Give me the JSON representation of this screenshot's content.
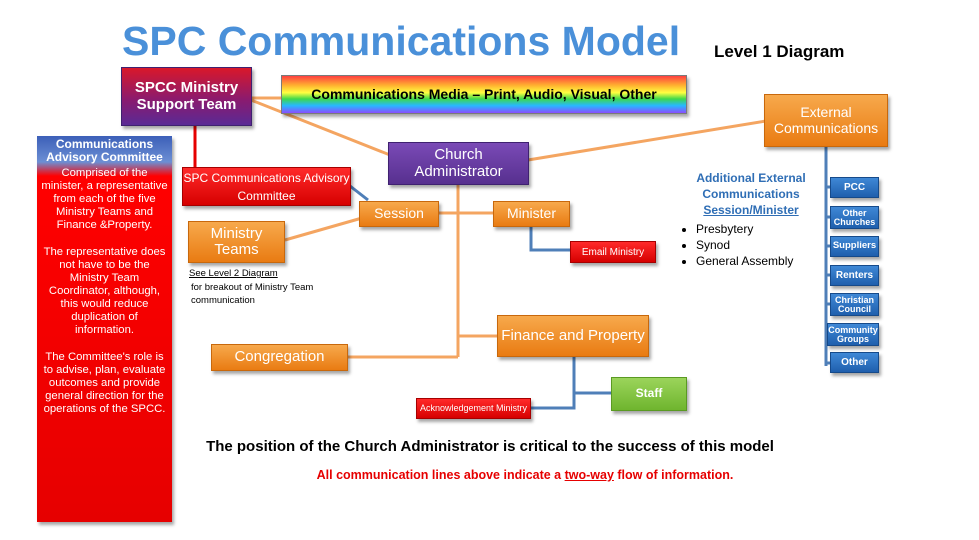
{
  "title": "SPC Communications Model",
  "subtitle": "Level 1 Diagram",
  "nodes": {
    "support_team": "SPCC Ministry Support Team",
    "media": "Communications Media – Print, Audio, Visual, Other",
    "church_admin": "Church Administrator",
    "external": "External Communications",
    "advisory_committee": "SPC Communications Advisory Committee",
    "session": "Session",
    "minister": "Minister",
    "ministry_teams": "Ministry Teams",
    "email_ministry": "Email Ministry",
    "finance": "Finance and Property",
    "congregation": "Congregation",
    "staff": "Staff",
    "acknowledgement": "Acknowledgement Ministry"
  },
  "sidebar": {
    "heading": "Communications Advisory Committee",
    "para1": "Comprised of the minister, a representative from each of the five Ministry Teams and Finance &Property.",
    "para2": "The representative does not have to be the Ministry Team Coordinator, although, this would reduce duplication of information.",
    "para3": "The Committee's role is to advise, plan, evaluate outcomes and provide general direction for the operations of the SPCC."
  },
  "level2_note": {
    "link": "See Level 2 Diagram",
    "text": "for breakout of Ministry Team communication"
  },
  "external_info": {
    "heading_line1": "Additional External Communications",
    "heading_line2": "Session/Minister",
    "items": [
      "Presbytery",
      "Synod",
      "General Assembly"
    ]
  },
  "external_targets": [
    "PCC",
    "Other Churches",
    "Suppliers",
    "Renters",
    "Christian Council",
    "Community Groups",
    "Other"
  ],
  "footer": {
    "statement": "The position of the Church Administrator is critical to the success of this model",
    "note_prefix": "All communication lines above indicate a ",
    "note_emphasis": "two-way",
    "note_suffix": " flow of information."
  },
  "colors": {
    "title_blue": "#4a90d9",
    "orange": "#f39a34",
    "red": "#e60000",
    "purple": "#6a3fa3",
    "blue_box": "#2f72c4",
    "green": "#84c441",
    "line_orange": "#f4a561",
    "line_blue": "#4f7fb8",
    "ext_text": "#2f6eb5"
  }
}
